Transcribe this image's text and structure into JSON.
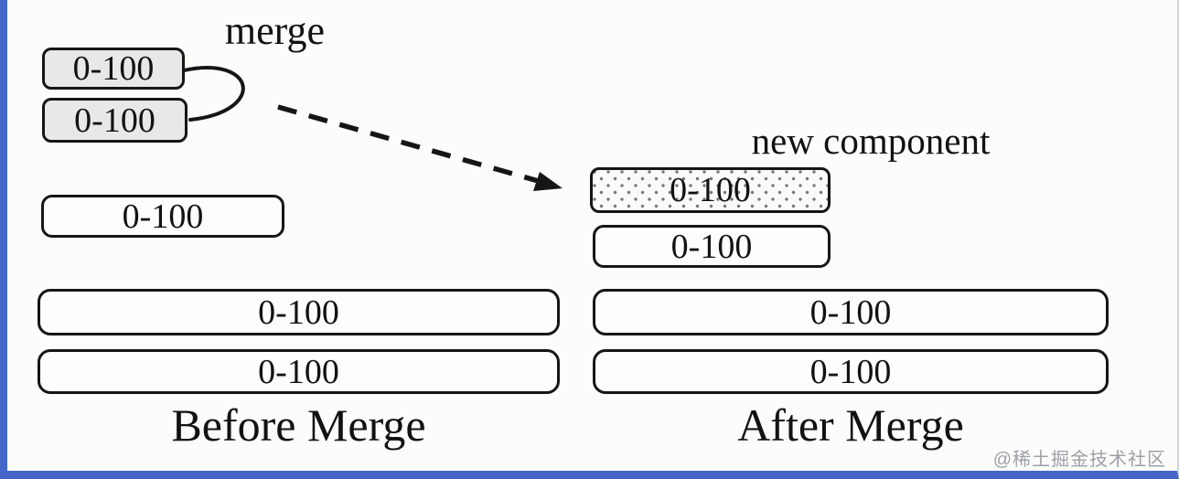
{
  "diagram": {
    "merge_label": "merge",
    "new_component_label": "new component",
    "before": {
      "caption": "Before Merge",
      "source_box_1": "0-100",
      "source_box_2": "0-100",
      "medium_box": "0-100",
      "wide_box_1": "0-100",
      "wide_box_2": "0-100"
    },
    "after": {
      "caption": "After Merge",
      "new_component_box": "0-100",
      "small_box": "0-100",
      "wide_box_1": "0-100",
      "wide_box_2": "0-100"
    }
  },
  "watermark": {
    "text": "@稀土掘金技术社区"
  },
  "colors": {
    "frame_blue": "#4565c8",
    "box_border": "#161616",
    "gray_fill": "#e8e8e8",
    "stipple_dot": "#777777",
    "watermark_gray": "#9ba0a8"
  }
}
